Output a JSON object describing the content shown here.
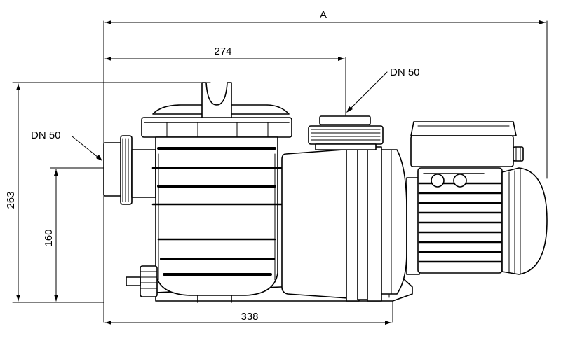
{
  "dimensions": {
    "overall_length": "A",
    "suction_to_discharge": "274",
    "base_length": "338",
    "total_height": "263",
    "inlet_height": "160"
  },
  "callouts": {
    "inlet": "DN 50",
    "outlet": "DN 50"
  },
  "colors": {
    "line": "#000000",
    "background": "#ffffff"
  }
}
